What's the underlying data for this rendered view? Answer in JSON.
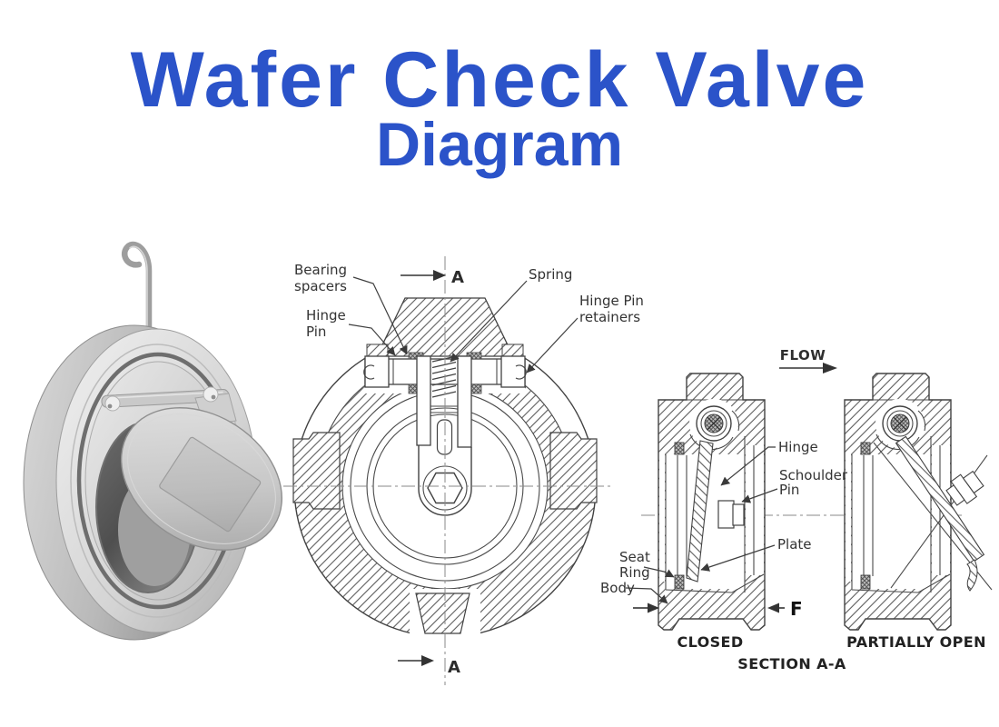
{
  "title": {
    "main": "Wafer Check Valve",
    "sub": "Diagram"
  },
  "colors": {
    "accent": "#2b53c9",
    "line": "#424242",
    "label": "#333333",
    "hatch": "#5c5c5c"
  },
  "front_view": {
    "labels": {
      "bearing_spacers": [
        "Bearing",
        "spacers"
      ],
      "hinge_pin": [
        "Hinge",
        "Pin"
      ],
      "spring": "Spring",
      "hinge_pin_retainers": [
        "Hinge Pin",
        "retainers"
      ],
      "section_top": "A",
      "section_bottom": "A"
    }
  },
  "section_views": {
    "flow_label": "FLOW",
    "labels": {
      "hinge": "Hinge",
      "shoulder_pin": [
        "Schoulder",
        "Pin"
      ],
      "plate": "Plate",
      "seat_ring": [
        "Seat",
        "Ring"
      ],
      "body": "Body",
      "force": "F"
    },
    "captions": {
      "closed": "CLOSED",
      "partially_open": "PARTIALLY OPEN",
      "section": "SECTION A-A"
    }
  }
}
